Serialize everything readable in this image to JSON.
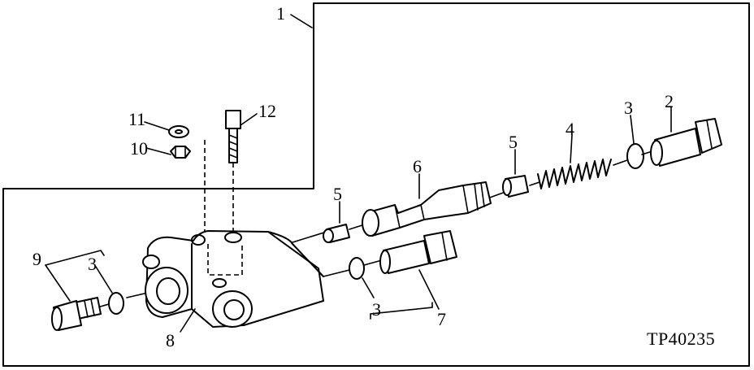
{
  "figure_id": "TP40235",
  "callouts": {
    "c1": "1",
    "c2": "2",
    "c3a": "3",
    "c3b": "3",
    "c3c": "3",
    "c4": "4",
    "c5a": "5",
    "c5b": "5",
    "c6": "6",
    "c7": "7",
    "c8": "8",
    "c9": "9",
    "c10": "10",
    "c11": "11",
    "c12": "12"
  }
}
